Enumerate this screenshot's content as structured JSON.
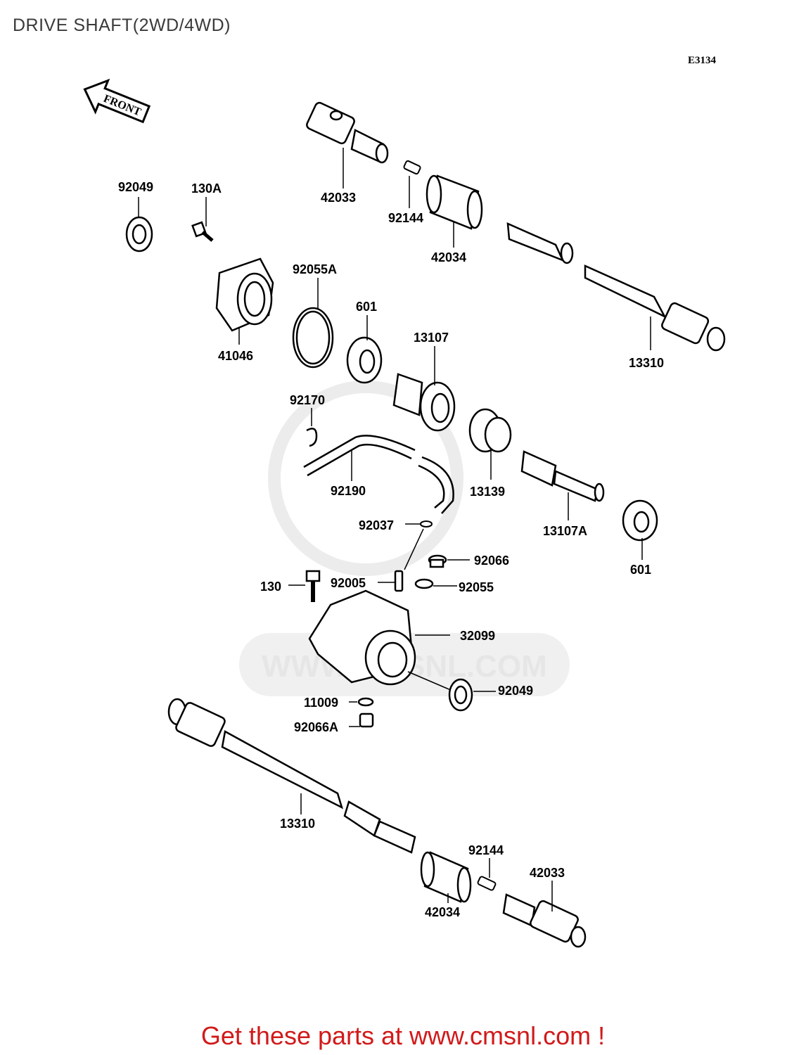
{
  "title": "DRIVE SHAFT(2WD/4WD)",
  "diagram_code": "E3134",
  "front_arrow_label": "FRONT",
  "watermark": "WWW.CMSNL.COM",
  "footer": "Get these parts at www.cmsnl.com !",
  "parts": {
    "p92049_top": "92049",
    "p130A": "130A",
    "p42033_top": "42033",
    "p92144_top": "92144",
    "p42034_top": "42034",
    "p92055A": "92055A",
    "p41046": "41046",
    "p601_top": "601",
    "p13107": "13107",
    "p13310_top": "13310",
    "p92170": "92170",
    "p92190": "92190",
    "p13139": "13139",
    "p13107A": "13107A",
    "p601_right": "601",
    "p92037": "92037",
    "p92066": "92066",
    "p130": "130",
    "p92005": "92005",
    "p92055": "92055",
    "p32099": "32099",
    "p92049_bottom": "92049",
    "p11009": "11009",
    "p92066A": "92066A",
    "p13310_bottom": "13310",
    "p92144_bottom": "92144",
    "p42033_bottom": "42033",
    "p42034_bottom": "42034"
  }
}
